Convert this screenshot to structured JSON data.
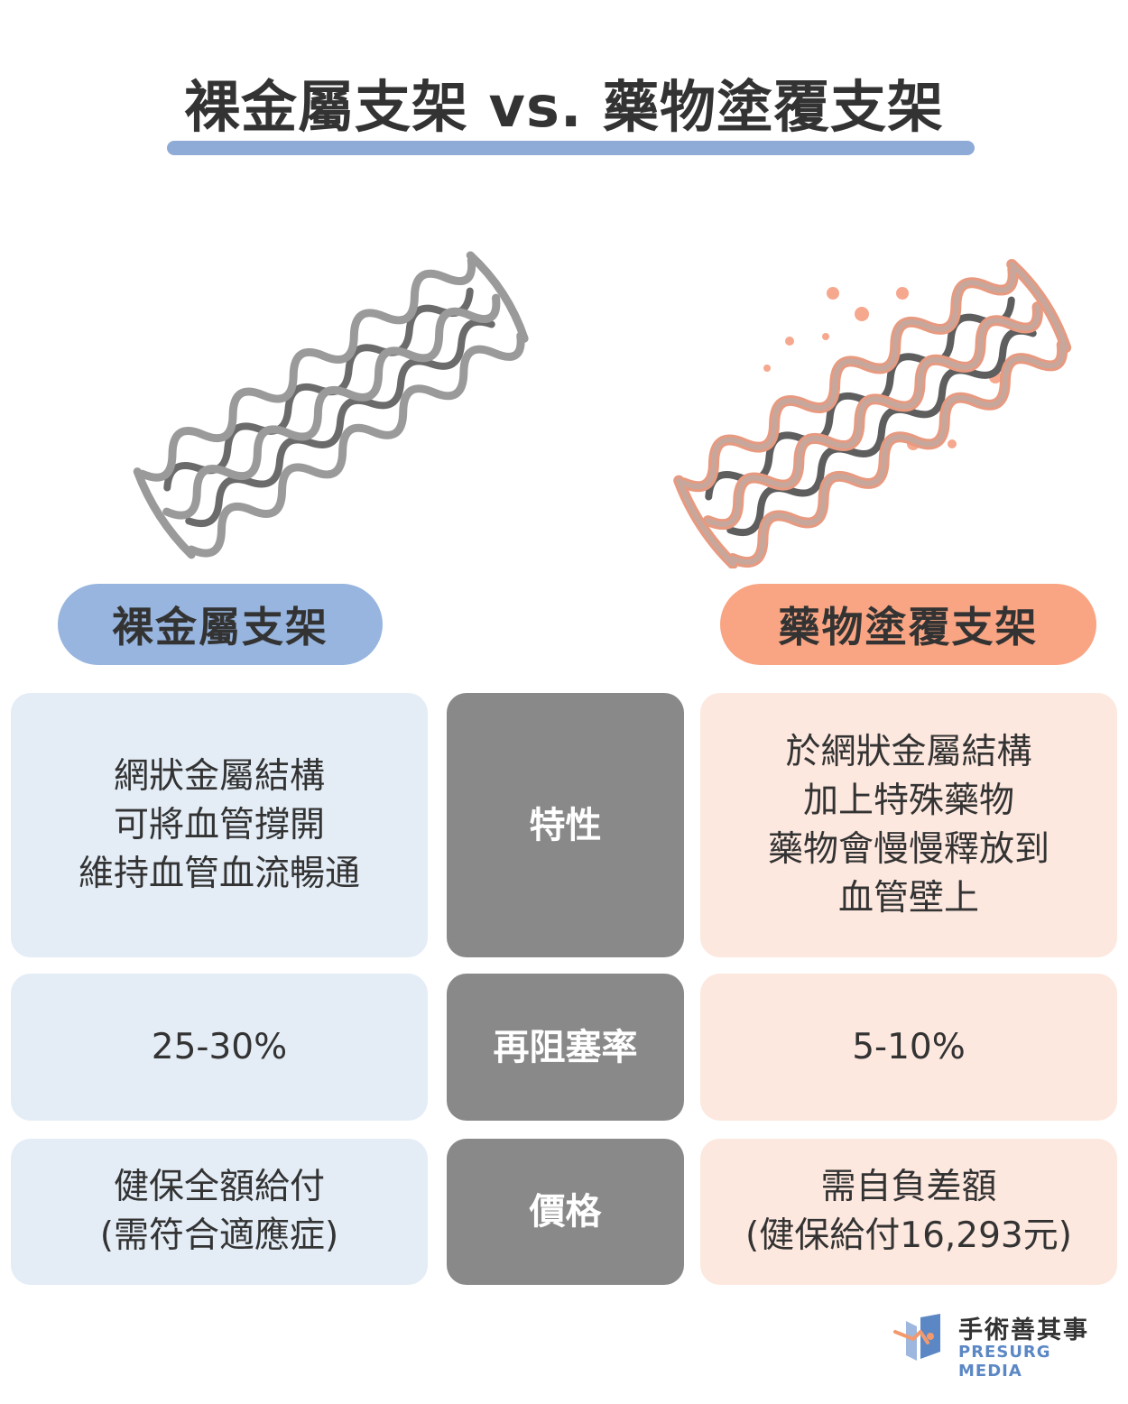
{
  "title": "裸金屬支架 vs. 藥物塗覆支架",
  "left_label": "裸金屬支架",
  "right_label": "藥物塗覆支架",
  "rows": [
    {
      "category": "特性",
      "left": "網狀金屬結構\n可將血管撐開\n維持血管血流暢通",
      "right": "於網狀金屬結構\n加上特殊藥物\n藥物會慢慢釋放到\n血管壁上"
    },
    {
      "category": "再阻塞率",
      "left": "25-30%",
      "right": "5-10%"
    },
    {
      "category": "價格",
      "left": "健保全額給付\n(需符合適應症)",
      "right": "需自負差額\n(健保給付16,293元)"
    }
  ],
  "logo": {
    "name_cn": "手術善其事",
    "name_en": "PRESURG MEDIA"
  },
  "colors": {
    "accent_blue": "#97b5de",
    "accent_orange": "#f9a583",
    "category_gray": "#898989",
    "left_cell": "#e4edf6",
    "right_cell": "#fde8df"
  }
}
